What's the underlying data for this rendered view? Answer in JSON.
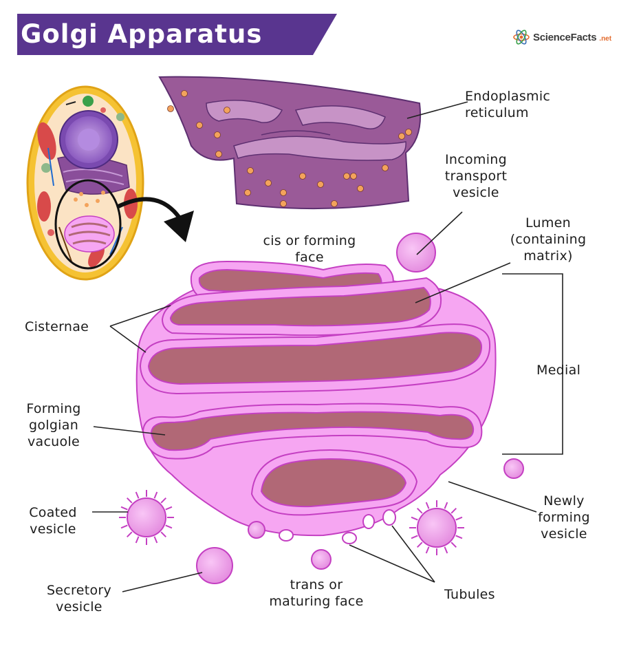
{
  "title": "Golgi Apparatus",
  "brand": {
    "name": "ScienceFacts",
    "tld": ".net",
    "logo_icon": "atom-icon"
  },
  "colors": {
    "banner": "#59358f",
    "golgi_fill": "#f6a6f2",
    "golgi_outline": "#c43fc2",
    "lumen": "#b16876",
    "er_fill": "#9a5a98",
    "cell_wall": "#f5c233"
  },
  "labels": {
    "er": "Endoplasmic\nreticulum",
    "incoming": "Incoming\ntransport\nvesicle",
    "lumen": "Lumen\n(containing\nmatrix)",
    "cis": "cis or forming\nface",
    "cisternae": "Cisternae",
    "medial": "Medial",
    "forming_vacuole": "Forming\ngolgian\nvacuole",
    "coated": "Coated\nvesicle",
    "newly": "Newly\nforming\nvesicle",
    "secretory": "Secretory\nvesicle",
    "trans": "trans or\nmaturing face",
    "tubules": "Tubules"
  }
}
